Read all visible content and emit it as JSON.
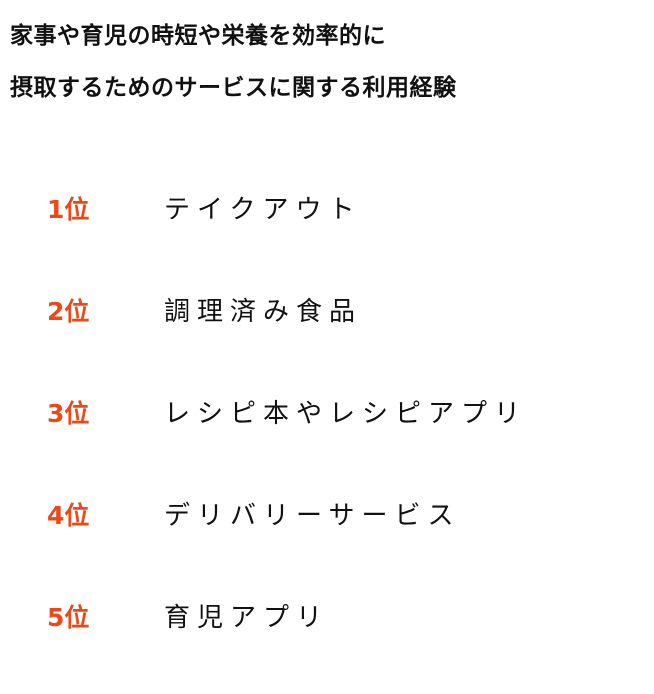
{
  "title": {
    "lines": [
      "家事や育児の時短や栄養を効率的に",
      "摂取するためのサービスに関する利用経験"
    ]
  },
  "colors": {
    "rank_accent": "#ef4716",
    "text": "#111111",
    "background": "#ffffff"
  },
  "ranking": [
    {
      "rank": "1位",
      "item": "テイクアウト"
    },
    {
      "rank": "2位",
      "item": "調理済み食品"
    },
    {
      "rank": "3位",
      "item": "レシピ本やレシピアプリ"
    },
    {
      "rank": "4位",
      "item": "デリバリーサービス"
    },
    {
      "rank": "5位",
      "item": "育児アプリ"
    }
  ]
}
